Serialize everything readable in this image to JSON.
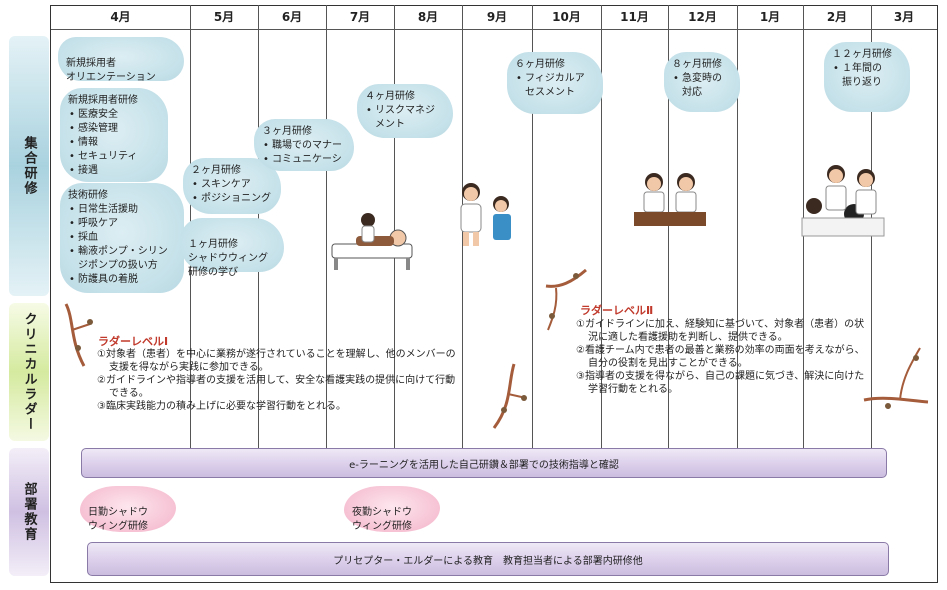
{
  "months": [
    "4月",
    "5月",
    "6月",
    "7月",
    "8月",
    "9月",
    "10月",
    "11月",
    "12月",
    "1月",
    "2月",
    "3月"
  ],
  "sidebar": {
    "training": "集合研修",
    "ladder": "クリニカルラダー",
    "dept": "部署教育"
  },
  "training": {
    "orientation": {
      "title": "新規採用者\nオリエンテーション"
    },
    "newhire": {
      "title": "新規採用者研修",
      "items": [
        "医療安全",
        "感染管理",
        "情報",
        "セキュリティ",
        "接遇"
      ]
    },
    "skills": {
      "title": "技術研修",
      "items": [
        "日常生活援助",
        "呼吸ケア",
        "採血",
        "輸液ポンプ・シリン\nジポンプの扱い方",
        "防護具の着脱"
      ]
    },
    "m2": {
      "title": "２ヶ月研修",
      "items": [
        "スキンケア",
        "ポジショニング"
      ]
    },
    "m1": {
      "title": "１ヶ月研修\nシャドウウィング\n研修の学び"
    },
    "m3": {
      "title": "３ヶ月研修",
      "items": [
        "職場でのマナー",
        "コミュニケーシ"
      ]
    },
    "m4": {
      "title": "４ヶ月研修",
      "items": [
        "リスクマネジ\nメント"
      ]
    },
    "m6": {
      "title": "６ヶ月研修",
      "items": [
        "フィジカルア\nセスメント"
      ]
    },
    "m8": {
      "title": "８ヶ月研修",
      "items": [
        "急変時の\n対応"
      ]
    },
    "m12": {
      "title": "１２ヶ月研修",
      "items": [
        "１年間の\n振り返り"
      ]
    }
  },
  "ladder": {
    "level1": {
      "title": "ラダーレベルⅠ",
      "lines": [
        "①対象者（患者）を中心に業務が遂行されていることを理解し、他のメンバーの",
        "支援を得ながら実践に参加できる。",
        "②ガイドラインや指導者の支援を活用して、安全な看護実践の提供に向けて行動",
        "できる。",
        "③臨床実践能力の積み上げに必要な学習行動をとれる。"
      ]
    },
    "level2": {
      "title": "ラダーレベルⅡ",
      "lines": [
        "①ガイドラインに加え、経験知に基づいて、対象者（患者）の状",
        "況に適した看護援助を判断し、提供できる。",
        "②看護チーム内で患者の最善と業務の効率の両面を考えながら、",
        "自分の役割を見出すことができる。",
        "③指導者の支援を得ながら、自己の課題に気づき、解決に向けた",
        "学習行動をとれる。"
      ]
    }
  },
  "dept": {
    "elearning": "e-ラーニングを活用した自己研鑽＆部署での技術指導と確認",
    "day_shadow": "日勤シャドウ\nウィング研修",
    "night_shadow": "夜勤シャドウ\nウィング研修",
    "preceptor": "プリセプター・エルダーによる教育　教育担当者による部署内研修他"
  },
  "colors": {
    "training_blob": "#c7e2ea",
    "ladder_title": "#c0392b",
    "bar_border": "#8a7aa8",
    "cloud": "#f6c2d4"
  }
}
